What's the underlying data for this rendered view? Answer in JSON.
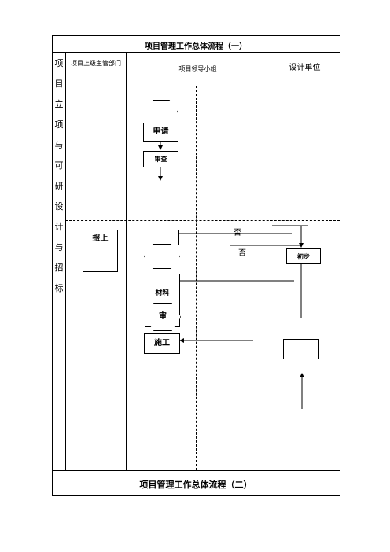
{
  "titles": {
    "flow_one": "项目管理工作总体流程（一）",
    "flow_two": "项目管理工作总体流程（二）"
  },
  "side_label": [
    "项",
    "目",
    "立",
    "项",
    "与",
    "可",
    "研",
    "设",
    "计",
    "与",
    "招",
    "标"
  ],
  "lanes": {
    "superior": "项目上级主管部门",
    "group": "项目领导小组",
    "design": "设计单位"
  },
  "nodes": {
    "apply": "申请",
    "report": "报上",
    "examine": "审查",
    "design_start": "初步",
    "construct": "施工",
    "materials": "材料",
    "review": "审"
  },
  "edge_labels": {
    "no_one": "否",
    "no_two": "否"
  }
}
